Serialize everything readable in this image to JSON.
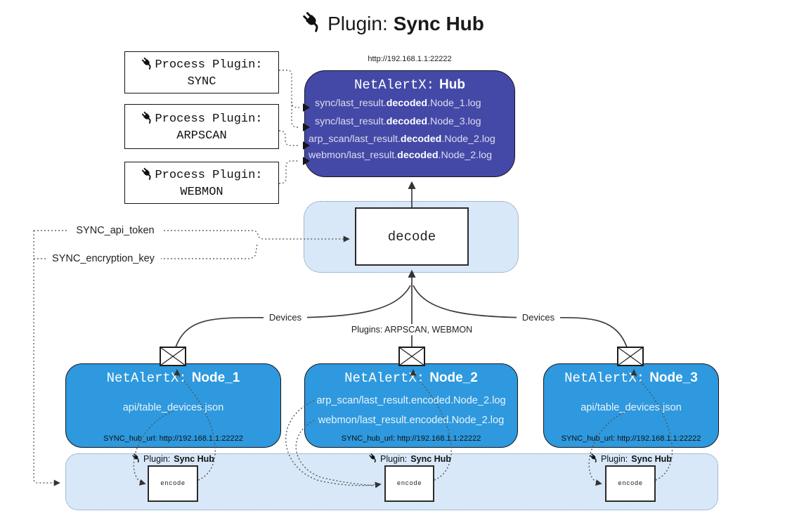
{
  "title": {
    "prefix": "Plugin:",
    "bold": "Sync Hub",
    "icon": "plug-icon"
  },
  "hub": {
    "url": "http://192.168.1.1:22222",
    "name_prefix": "NetAlertX:",
    "name_bold": "Hub",
    "log_lines": [
      {
        "pre": "sync/last_result.",
        "bold": "decoded",
        "post": ".Node_1.log"
      },
      {
        "pre": "sync/last_result.",
        "bold": "decoded",
        "post": ".Node_3.log"
      },
      {
        "pre": "arp_scan/last_result.",
        "bold": "decoded",
        "post": ".Node_2.log"
      },
      {
        "pre": "webmon/last_result.",
        "bold": "decoded",
        "post": ".Node_2.log"
      }
    ]
  },
  "process_plugins": [
    {
      "title": "Process Plugin:",
      "name": "SYNC"
    },
    {
      "title": "Process Plugin:",
      "name": "ARPSCAN"
    },
    {
      "title": "Process Plugin:",
      "name": "WEBMON"
    }
  ],
  "decode_label": "decode",
  "settings": {
    "api_token": "SYNC_api_token",
    "encryption_key": "SYNC_encryption_key"
  },
  "edge_labels": {
    "devices_left": "Devices",
    "devices_right": "Devices",
    "plugins": "Plugins: ARPSCAN, WEBMON"
  },
  "nodes": [
    {
      "name_prefix": "NetAlertX:",
      "name_bold": "Node_1",
      "line1": "api/table_devices.json",
      "line2": "",
      "hub_url": "SYNC_hub_url: http://192.168.1.1:22222",
      "plugin_prefix": "Plugin:",
      "plugin_bold": "Sync Hub",
      "encode_label": "encode"
    },
    {
      "name_prefix": "NetAlertX:",
      "name_bold": "Node_2",
      "line1": "arp_scan/last_result.encoded.Node_2.log",
      "line2": "webmon/last_result.encoded.Node_2.log",
      "hub_url": "SYNC_hub_url: http://192.168.1.1:22222",
      "plugin_prefix": "Plugin:",
      "plugin_bold": "Sync Hub",
      "encode_label": "encode"
    },
    {
      "name_prefix": "NetAlertX:",
      "name_bold": "Node_3",
      "line1": "api/table_devices.json",
      "line2": "",
      "hub_url": "SYNC_hub_url: http://192.168.1.1:22222",
      "plugin_prefix": "Plugin:",
      "plugin_bold": "Sync Hub",
      "encode_label": "encode"
    }
  ],
  "colors": {
    "hub_fill": "#4449A8",
    "node_fill": "#2E99DE",
    "panel_fill": "#D8E8F8",
    "panel_border": "#6E8CAA",
    "line": "#3D3D3D",
    "dotted_line": "#666666",
    "text_on_hub": "#DEDEEA",
    "text_on_node": "#EAF3FB"
  }
}
